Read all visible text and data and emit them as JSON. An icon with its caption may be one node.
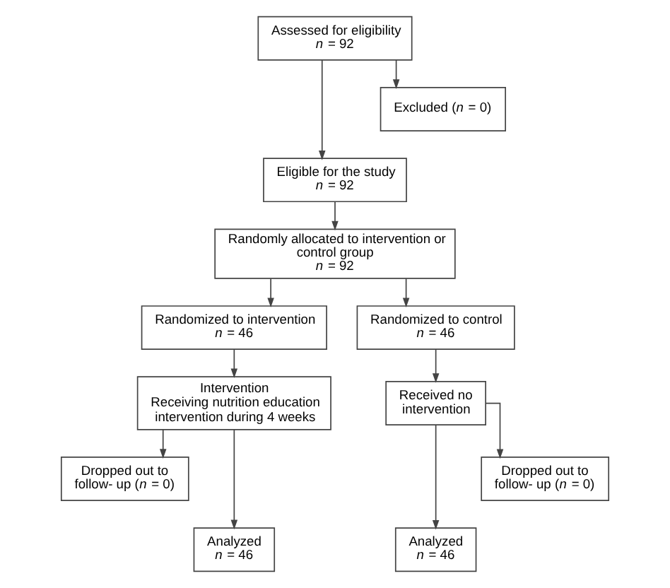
{
  "diagram": {
    "nodes": [
      {
        "text": [
          "Assessed for eligibility",
          "*n* = 92"
        ]
      },
      {
        "text": [
          "Excluded (*n* = 0)"
        ]
      },
      {
        "text": [
          "Eligible for the study",
          "*n* = 92"
        ]
      },
      {
        "text": [
          "Randomly allocated to intervention or control group",
          "*n* = 92"
        ]
      },
      {
        "text": [
          "Randomized to intervention",
          "*n* = 46"
        ]
      },
      {
        "text": [
          "Randomized to control",
          "*n* = 46"
        ]
      },
      {
        "text": [
          "Intervention",
          "Receiving nutrition education intervention during 4 weeks"
        ]
      },
      {
        "text": [
          "Received no intervention"
        ]
      },
      {
        "text": [
          "Dropped out to follow- up (*n* = 0)"
        ]
      },
      {
        "text": [
          "Dropped out to follow- up (*n* = 0)"
        ]
      },
      {
        "text": [
          "Analyzed",
          "*n* = 46"
        ]
      },
      {
        "text": [
          "Analyzed",
          "*n* = 46"
        ]
      }
    ],
    "edges": [
      {
        "from": 0,
        "to": 2,
        "arrow": "to"
      },
      {
        "from": 0,
        "to": 1,
        "arrow": "to"
      },
      {
        "from": 2,
        "to": 3,
        "arrow": "to"
      },
      {
        "from": 3,
        "to": 4,
        "arrow": "to"
      },
      {
        "from": 3,
        "to": 5,
        "arrow": "to"
      },
      {
        "from": 4,
        "to": 6,
        "arrow": "to"
      },
      {
        "from": 5,
        "to": 7,
        "arrow": "to"
      },
      {
        "from": 6,
        "to": 8,
        "arrow": "to"
      },
      {
        "from": 6,
        "to": 10,
        "arrow": "to"
      },
      {
        "from": 7,
        "to": 11,
        "arrow": "to"
      },
      {
        "from": 7,
        "to": 9,
        "arrow": "to"
      }
    ]
  }
}
